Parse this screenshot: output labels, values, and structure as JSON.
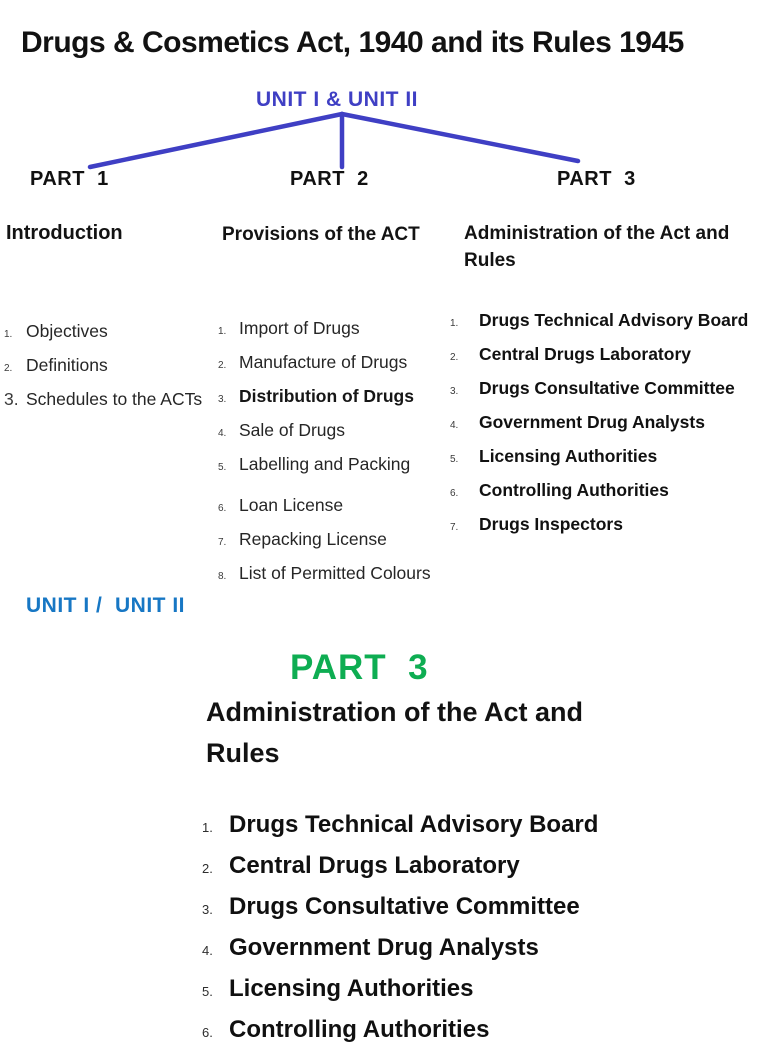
{
  "colors": {
    "tree_blue": "#3f3fc4",
    "unit_blue": "#1777c4",
    "part_green": "#0ead52"
  },
  "doc": {
    "title": "Drugs & Cosmetics Act, 1940 and its Rules 1945"
  },
  "tree": {
    "root_label": "UNIT I & UNIT II",
    "parts": [
      "PART  1",
      "PART  2",
      "PART  3"
    ]
  },
  "columns": {
    "intro": {
      "header": "Introduction",
      "items": [
        {
          "num": "1.",
          "text": "Objectives"
        },
        {
          "num": "2.",
          "text": "Definitions"
        },
        {
          "num": "3.",
          "text": "Schedules to the ACTs"
        }
      ]
    },
    "provisions": {
      "header": "Provisions of the ACT",
      "items": [
        {
          "num": "1.",
          "text": "Import of Drugs"
        },
        {
          "num": "2.",
          "text": "Manufacture of Drugs"
        },
        {
          "num": "3.",
          "text": "Distribution of Drugs"
        },
        {
          "num": "4.",
          "text": "Sale of Drugs"
        },
        {
          "num": "5.",
          "text": "Labelling and Packing"
        },
        {
          "num": "6.",
          "text": "Loan License"
        },
        {
          "num": "7.",
          "text": "Repacking License"
        },
        {
          "num": "8.",
          "text": "List of Permitted Colours"
        }
      ]
    },
    "admin": {
      "header": "Administration of the Act and Rules",
      "items": [
        {
          "num": "1.",
          "text": "Drugs Technical Advisory Board"
        },
        {
          "num": "2.",
          "text": "Central Drugs Laboratory"
        },
        {
          "num": "3.",
          "text": "Drugs Consultative Committee"
        },
        {
          "num": "4.",
          "text": "Government Drug Analysts"
        },
        {
          "num": "5.",
          "text": "Licensing Authorities"
        },
        {
          "num": "6.",
          "text": "Controlling Authorities"
        },
        {
          "num": "7.",
          "text": "Drugs Inspectors"
        }
      ]
    }
  },
  "footer": {
    "unit_label": "UNIT I /  UNIT II",
    "part_label": "PART  3",
    "heading": "Administration of the Act and Rules",
    "items": [
      {
        "num": "1.",
        "text": "Drugs Technical Advisory Board"
      },
      {
        "num": "2.",
        "text": "Central Drugs Laboratory"
      },
      {
        "num": "3.",
        "text": "Drugs Consultative Committee"
      },
      {
        "num": "4.",
        "text": "Government Drug Analysts"
      },
      {
        "num": "5.",
        "text": "Licensing Authorities"
      },
      {
        "num": "6.",
        "text": "Controlling Authorities"
      }
    ]
  }
}
